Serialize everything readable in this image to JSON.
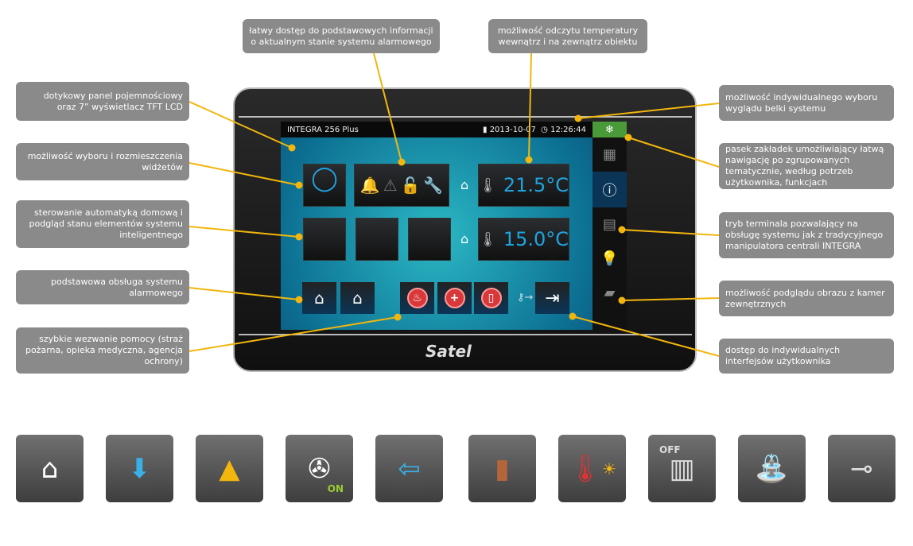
{
  "callouts": {
    "touch_panel": "dotykowy panel pojemnościowy oraz 7” wyświetlacz TFT LCD",
    "widgets": "możliwość wyboru i rozmieszczenia widżetów",
    "home_automation": "sterowanie automatyką domową i podgląd stanu elementów systemu inteligentnego",
    "alarm_basic": "podstawowa obsługa systemu alarmowego",
    "help": "szybkie wezwanie pomocy (straż pożarna, opieka medyczna, agencja ochrony)",
    "status_info": "łatwy dostęp do podstawowych informacji o aktualnym stanie systemu alarmowego",
    "temperature": "możliwość odczytu temperatury wewnątrz i na zewnątrz obiektu",
    "system_bar": "możliwość indywidualnego wyboru wyglądu belki systemu",
    "tabs_bar": "pasek zakładek umożliwiający łatwą nawigację po zgrupowanych tematycznie, według potrzeb użytkownika, funkcjach",
    "terminal": "tryb terminala pozwalający na obsługę systemu jak z tradycyjnego manipulatora centrali INTEGRA",
    "cameras": "możliwość podglądu obrazu z kamer zewnętrznych",
    "user_interfaces": "dostęp do indywidualnych interfejsów użytkownika"
  },
  "screen": {
    "title": "INTEGRA 256 Plus",
    "date": "2013-10-07",
    "time": "12:26:44",
    "temp_inside": "21.5°C",
    "temp_outside": "15.0°C"
  },
  "brand": "Satel",
  "icon_labels": {
    "fan_on": "ON",
    "heater_off": "OFF"
  },
  "colors": {
    "accent": "#f2b60c",
    "callout_bg": "#8a8a8a",
    "temp": "#1fa4e0"
  }
}
